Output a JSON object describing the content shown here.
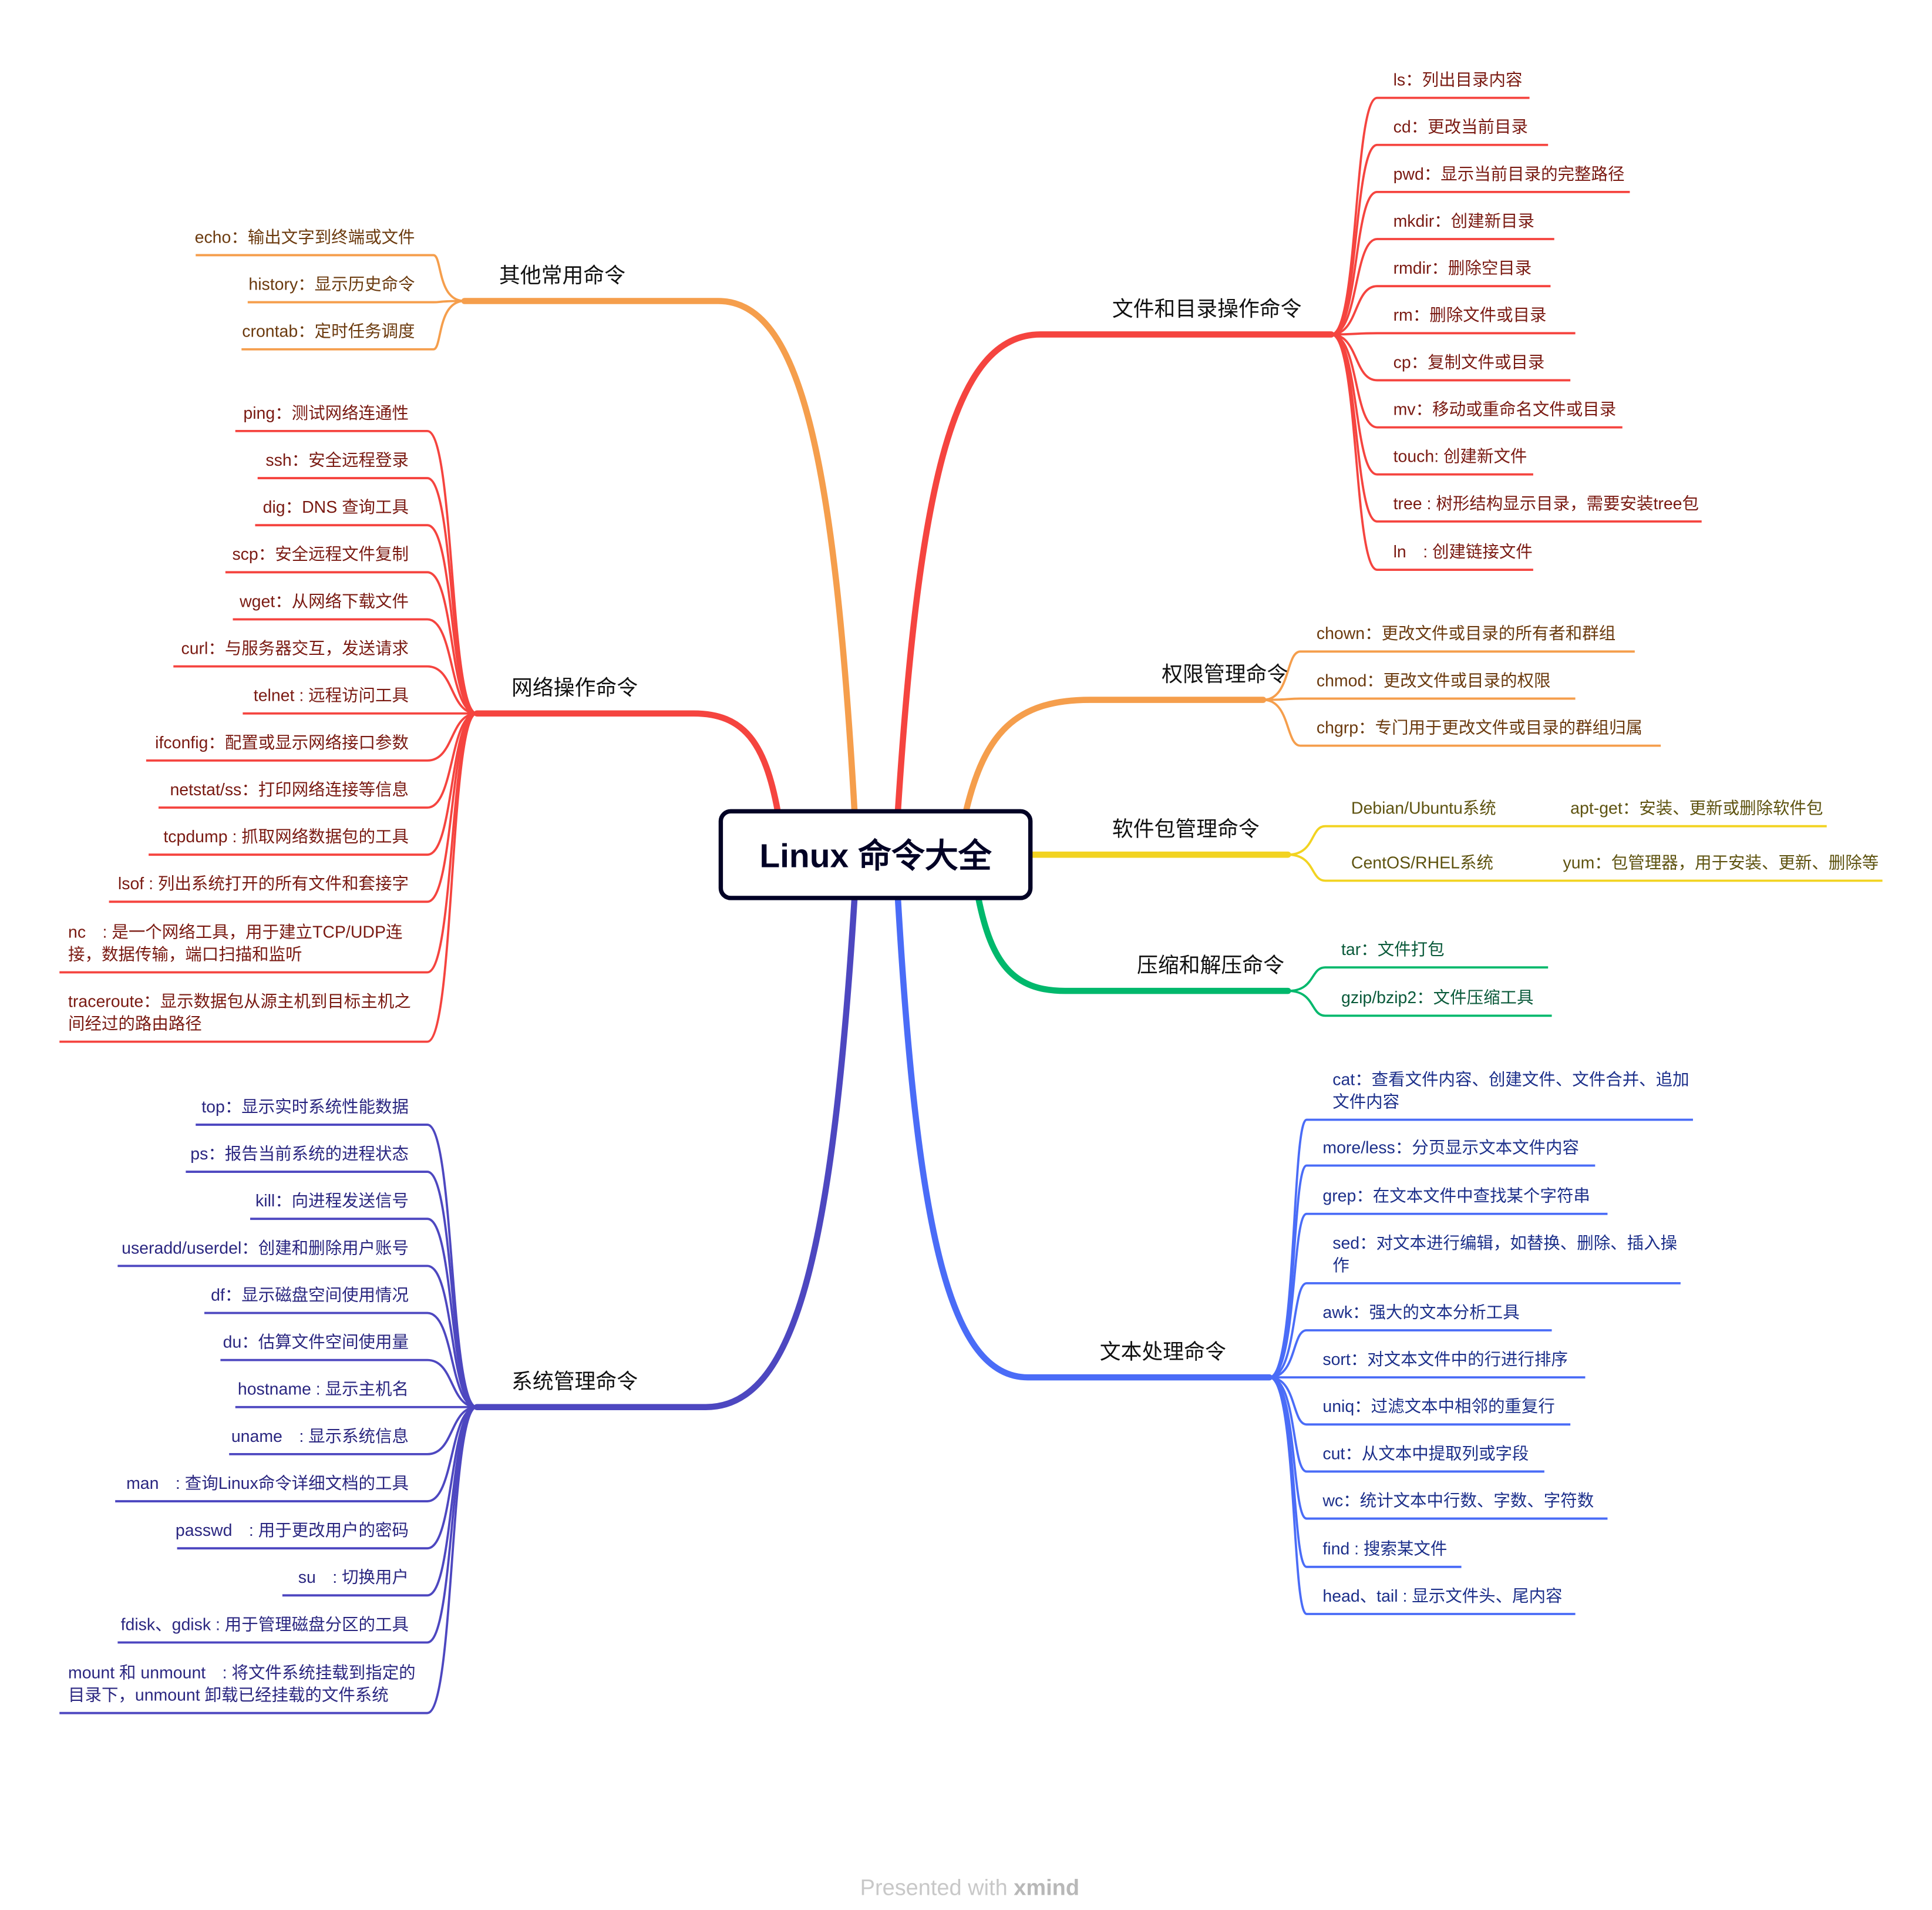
{
  "center": {
    "title": "Linux 命令大全"
  },
  "branches": [
    {
      "id": "file-dir",
      "label": "文件和目录操作命令",
      "color": "#f5443f",
      "text_color": "#7a1a12",
      "items": [
        "ls：列出目录内容",
        "cd：更改当前目录",
        "pwd：显示当前目录的完整路径",
        "mkdir：创建新目录",
        "rmdir：删除空目录",
        "rm：删除文件或目录",
        "cp：复制文件或目录",
        "mv：移动或重命名文件或目录",
        "touch: 创建新文件",
        "tree : 树形结构显示目录，需要安装tree包",
        "ln　: 创建链接文件"
      ]
    },
    {
      "id": "permission",
      "label": "权限管理命令",
      "color": "#f59e4c",
      "text_color": "#6b3a0e",
      "items": [
        "chown：更改文件或目录的所有者和群组",
        "chmod：更改文件或目录的权限",
        "chgrp：专门用于更改文件或目录的群组归属"
      ]
    },
    {
      "id": "package",
      "label": "软件包管理命令",
      "color": "#f2d321",
      "text_color": "#5e5310",
      "items": [
        {
          "system": "Debian/Ubuntu系统",
          "detail": "apt-get：安装、更新或删除软件包"
        },
        {
          "system": "CentOS/RHEL系统",
          "detail": "yum：包管理器，用于安装、更新、删除等"
        }
      ]
    },
    {
      "id": "compress",
      "label": "压缩和解压命令",
      "color": "#00b86c",
      "text_color": "#0a5a3a",
      "items": [
        "tar：文件打包",
        "gzip/bzip2：文件压缩工具"
      ]
    },
    {
      "id": "text",
      "label": "文本处理命令",
      "color": "#4a6cf7",
      "text_color": "#1c2f8a",
      "items": [
        [
          "cat：查看文件内容、创建文件、文件合并、追加",
          "文件内容"
        ],
        "more/less：分页显示文本文件内容",
        "grep：在文本文件中查找某个字符串",
        [
          "sed：对文本进行编辑，如替换、删除、插入操",
          "作"
        ],
        "awk：强大的文本分析工具",
        "sort：对文本文件中的行进行排序",
        "uniq：过滤文本中相邻的重复行",
        "cut：从文本中提取列或字段",
        "wc：统计文本中行数、字数、字符数",
        "find : 搜索某文件",
        "head、tail : 显示文件头、尾内容"
      ]
    },
    {
      "id": "other",
      "label": "其他常用命令",
      "color": "#f59e4c",
      "text_color": "#6b3a0e",
      "items": [
        "echo：输出文字到终端或文件",
        "history：显示历史命令",
        "crontab：定时任务调度"
      ]
    },
    {
      "id": "network",
      "label": "网络操作命令",
      "color": "#f5443f",
      "text_color": "#7a1a12",
      "items": [
        "ping：测试网络连通性",
        "ssh：安全远程登录",
        "dig：DNS 查询工具",
        "scp：安全远程文件复制",
        "wget：从网络下载文件",
        "curl：与服务器交互，发送请求",
        "telnet : 远程访问工具",
        "ifconfig：配置或显示网络接口参数",
        "netstat/ss：打印网络连接等信息",
        "tcpdump : 抓取网络数据包的工具",
        "lsof : 列出系统打开的所有文件和套接字",
        [
          "nc　: 是一个网络工具，用于建立TCP/UDP连",
          "接，数据传输，端口扫描和监听"
        ],
        [
          "traceroute：显示数据包从源主机到目标主机之",
          "间经过的路由路径"
        ]
      ]
    },
    {
      "id": "system",
      "label": "系统管理命令",
      "color": "#4d47c0",
      "text_color": "#2a2680",
      "items": [
        "top：显示实时系统性能数据",
        "ps：报告当前系统的进程状态",
        "kill：向进程发送信号",
        "useradd/userdel：创建和删除用户账号",
        "df：显示磁盘空间使用情况",
        "du：估算文件空间使用量",
        "hostname : 显示主机名",
        "uname　: 显示系统信息",
        "man　: 查询Linux命令详细文档的工具",
        "passwd　: 用于更改用户的密码",
        "su　: 切换用户",
        "fdisk、gdisk : 用于管理磁盘分区的工具",
        [
          "mount 和 unmount　: 将文件系统挂载到指定的",
          "目录下，unmount 卸载已经挂载的文件系统"
        ]
      ]
    }
  ],
  "footer": {
    "prefix": "Presented with",
    "brand": "xmind"
  }
}
